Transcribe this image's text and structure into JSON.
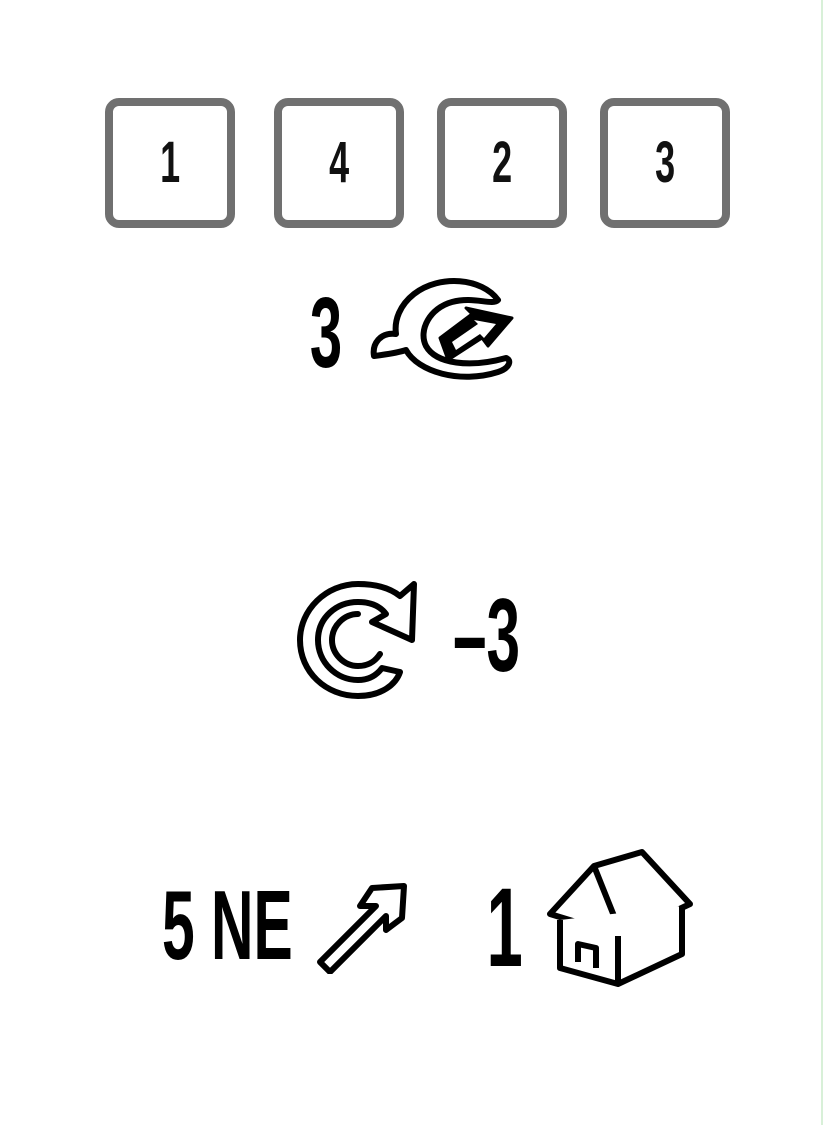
{
  "slots": [
    "1",
    "4",
    "2",
    "3"
  ],
  "rows": {
    "coin_gain": {
      "amount": "3",
      "icon": "coin-arrow-icon"
    },
    "rotate": {
      "amount": "–3",
      "icon": "rotate-clockwise-icon"
    },
    "move": {
      "amount": "5 NE",
      "icon": "arrow-northeast-icon"
    },
    "build": {
      "amount": "1",
      "icon": "house-icon"
    }
  },
  "colors": {
    "slot_border": "#707070",
    "text": "#000000",
    "edge_line": "#d8f0d8"
  }
}
